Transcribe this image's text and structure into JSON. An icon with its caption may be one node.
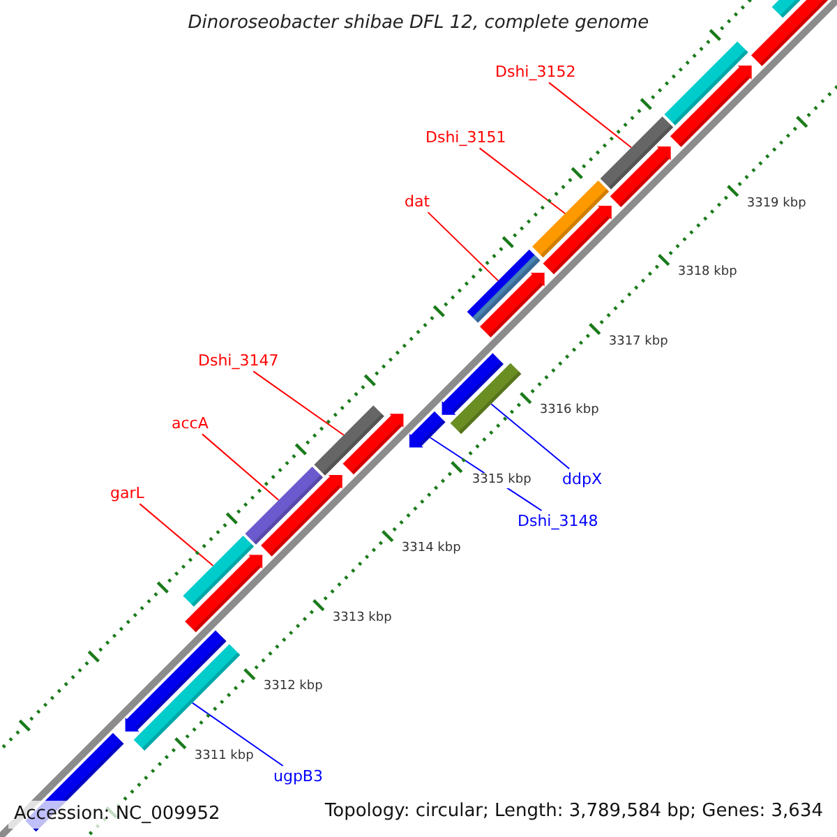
{
  "diagram": {
    "title": "Dinoroseobacter shibae DFL 12, complete genome",
    "nodes": [
      {
        "text": [
          "Dshi_3152"
        ]
      },
      {
        "text": [
          "Dshi_3151"
        ]
      },
      {
        "text": [
          "dat"
        ]
      },
      {
        "text": [
          "Dshi_3147"
        ]
      },
      {
        "text": [
          "accA"
        ]
      },
      {
        "text": [
          "garL"
        ]
      },
      {
        "text": [
          "ddpX"
        ]
      },
      {
        "text": [
          "Dshi_3148"
        ]
      },
      {
        "text": [
          "ugpB3"
        ]
      },
      {
        "text": [],
        "shape": "bar"
      },
      {
        "text": [],
        "shape": "arrow"
      },
      {
        "text": [],
        "shape": "bar"
      },
      {
        "text": [],
        "shape": "arrow"
      },
      {
        "text": [],
        "shape": "bar"
      },
      {
        "text": [],
        "shape": "bar"
      },
      {
        "text": [],
        "shape": "arrow"
      },
      {
        "text": [],
        "shape": "bar"
      },
      {
        "text": [],
        "shape": "arrow"
      },
      {
        "text": [],
        "shape": "arrow"
      },
      {
        "text": [],
        "shape": "arrow"
      },
      {
        "text": [],
        "shape": "bar"
      },
      {
        "text": [],
        "shape": "arrow"
      },
      {
        "text": [],
        "shape": "bar"
      },
      {
        "text": [],
        "shape": "arrow"
      },
      {
        "text": [],
        "shape": "bar"
      },
      {
        "text": [],
        "shape": "arrow"
      },
      {
        "text": [],
        "shape": "bar"
      },
      {
        "text": [],
        "shape": "arrow"
      },
      {
        "text": [],
        "shape": "bar"
      },
      {
        "text": [],
        "shape": "arrow"
      },
      {
        "text": [],
        "shape": "bar"
      }
    ],
    "edges": [
      {
        "from": 0,
        "to": 26,
        "arrow": "none"
      },
      {
        "from": 1,
        "to": 24,
        "arrow": "none"
      },
      {
        "from": 2,
        "to": 22,
        "arrow": "none"
      },
      {
        "from": 3,
        "to": 16,
        "arrow": "none"
      },
      {
        "from": 4,
        "to": 14,
        "arrow": "none"
      },
      {
        "from": 5,
        "to": 13,
        "arrow": "none"
      },
      {
        "from": 6,
        "to": 20,
        "arrow": "none",
        "color": "#0000ff"
      },
      {
        "from": 7,
        "to": 18,
        "arrow": "none",
        "color": "#0000ff"
      },
      {
        "from": 8,
        "to": 11,
        "arrow": "none",
        "color": "#0000ff"
      }
    ],
    "labels": [
      "3311 kbp",
      "3312 kbp",
      "3313 kbp",
      "3314 kbp",
      "3315 kbp",
      "3316 kbp",
      "3317 kbp",
      "3318 kbp",
      "3319 kbp",
      "Accession: NC_009952",
      "Topology: circular; Length: 3,789,584 bp; Genes: 3,634"
    ]
  }
}
